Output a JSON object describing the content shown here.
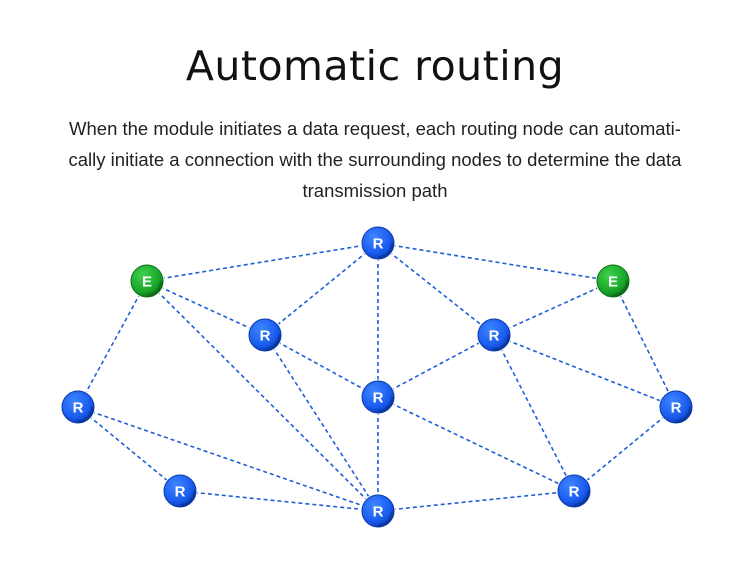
{
  "header": {
    "title": "Automatic routing",
    "description_lines": [
      "When the module initiates a data request, each routing node can automati-",
      "cally initiate a connection with the surrounding nodes to determine the data",
      "transmission path"
    ]
  },
  "diagram": {
    "link_color": "#1f5fd6",
    "router_color": "#1a5cf0",
    "endpoint_color": "#1aa82a",
    "nodes": [
      {
        "id": "r_top",
        "label": "R",
        "type": "router"
      },
      {
        "id": "e_left",
        "label": "E",
        "type": "endpoint"
      },
      {
        "id": "e_right",
        "label": "E",
        "type": "endpoint"
      },
      {
        "id": "r_midleft",
        "label": "R",
        "type": "router"
      },
      {
        "id": "r_midright",
        "label": "R",
        "type": "router"
      },
      {
        "id": "r_center",
        "label": "R",
        "type": "router"
      },
      {
        "id": "r_farleft",
        "label": "R",
        "type": "router"
      },
      {
        "id": "r_farright",
        "label": "R",
        "type": "router"
      },
      {
        "id": "r_botleft",
        "label": "R",
        "type": "router"
      },
      {
        "id": "r_bottom",
        "label": "R",
        "type": "router"
      },
      {
        "id": "r_botright",
        "label": "R",
        "type": "router"
      }
    ],
    "links": [
      [
        "e_left",
        "r_top"
      ],
      [
        "e_left",
        "r_midleft"
      ],
      [
        "e_left",
        "r_farleft"
      ],
      [
        "e_left",
        "r_bottom"
      ],
      [
        "r_top",
        "r_midleft"
      ],
      [
        "r_top",
        "r_center"
      ],
      [
        "r_top",
        "r_midright"
      ],
      [
        "r_top",
        "e_right"
      ],
      [
        "r_midleft",
        "r_center"
      ],
      [
        "r_midleft",
        "r_bottom"
      ],
      [
        "r_center",
        "r_midright"
      ],
      [
        "r_center",
        "r_bottom"
      ],
      [
        "r_center",
        "r_botright"
      ],
      [
        "r_midright",
        "e_right"
      ],
      [
        "r_midright",
        "r_farright"
      ],
      [
        "r_midright",
        "r_botright"
      ],
      [
        "e_right",
        "r_farright"
      ],
      [
        "r_farright",
        "r_botright"
      ],
      [
        "r_farleft",
        "r_botleft"
      ],
      [
        "r_farleft",
        "r_bottom"
      ],
      [
        "r_botleft",
        "r_bottom"
      ],
      [
        "r_bottom",
        "r_botright"
      ]
    ]
  }
}
